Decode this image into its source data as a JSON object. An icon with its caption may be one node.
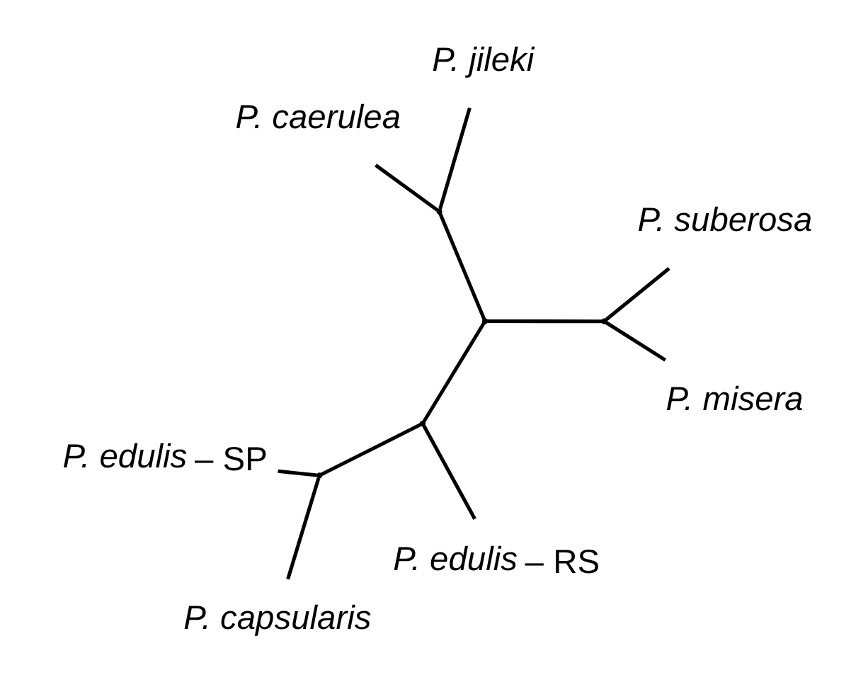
{
  "diagram": {
    "nodes": [
      {
        "text": [
          "P. suberosa"
        ]
      },
      {
        "text": [
          "P. misera"
        ]
      },
      {
        "text": [
          "*P. edulis* – RS"
        ]
      },
      {
        "text": [
          "P. jileki"
        ]
      },
      {
        "text": [
          "*P. edulis* – SP"
        ]
      },
      {
        "text": [
          "P. caerulea"
        ]
      },
      {
        "text": [
          "P. capsularis"
        ]
      },
      {
        "text": [],
        "shape": "point"
      },
      {
        "text": [],
        "shape": "point"
      },
      {
        "text": [],
        "shape": "point"
      },
      {
        "text": [],
        "shape": "point"
      },
      {
        "text": [],
        "shape": "point"
      }
    ],
    "edges": [
      {
        "from": 7,
        "to": 0,
        "arrow": "none"
      },
      {
        "from": 7,
        "to": 1,
        "arrow": "none"
      },
      {
        "from": 7,
        "to": 8,
        "arrow": "none"
      },
      {
        "from": 8,
        "to": 10,
        "arrow": "none"
      },
      {
        "from": 10,
        "to": 3,
        "arrow": "none"
      },
      {
        "from": 10,
        "to": 5,
        "arrow": "none"
      },
      {
        "from": 8,
        "to": 9,
        "arrow": "none"
      },
      {
        "from": 9,
        "to": 2,
        "arrow": "none"
      },
      {
        "from": 9,
        "to": 11,
        "arrow": "none"
      },
      {
        "from": 11,
        "to": 4,
        "arrow": "none"
      },
      {
        "from": 11,
        "to": 6,
        "arrow": "none"
      }
    ]
  }
}
